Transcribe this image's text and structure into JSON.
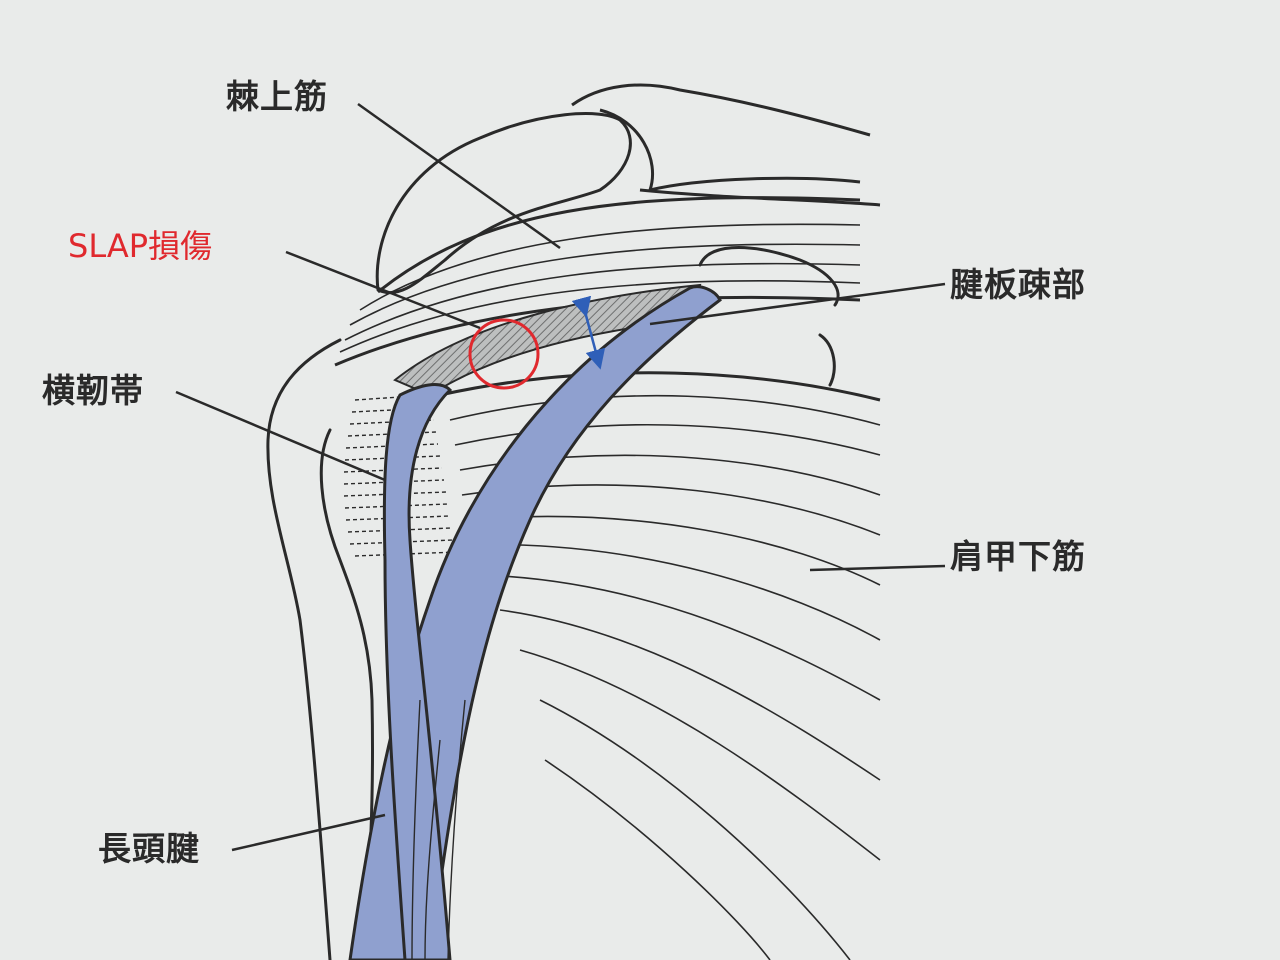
{
  "labels": {
    "supraspinatus": "棘上筋",
    "slap_lesion": "SLAP損傷",
    "rotator_interval": "腱板疎部",
    "transverse_ligament": "横靭帯",
    "subscapularis": "肩甲下筋",
    "long_head_tendon": "長頭腱"
  },
  "colors": {
    "background": "#e9ebea",
    "tendon_fill": "#8fa0cf",
    "outline": "#2a2a2a",
    "highlight_circle": "#e0292e",
    "arrow": "#2f5fb8",
    "interval_hatch": "#8a8a8a"
  }
}
